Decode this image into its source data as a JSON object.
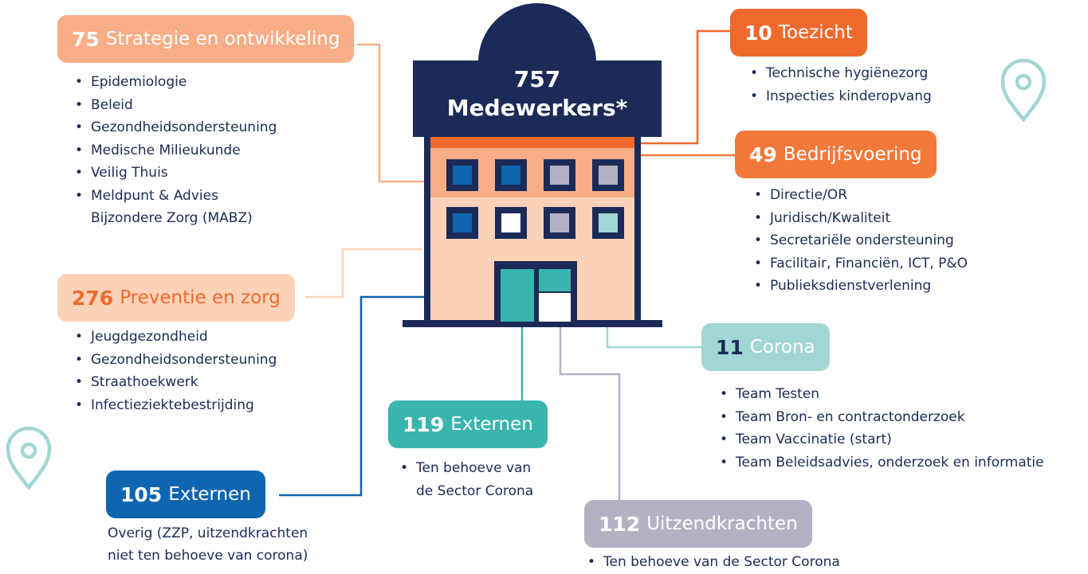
{
  "building": {
    "count": "757",
    "label": "Medewerkers*"
  },
  "colors": {
    "navy": "#1b2a57",
    "orange": "#f0692c",
    "peach": "#f7ad86",
    "light_peach": "#fbd2b8",
    "blue": "#0e65b0",
    "teal": "#3ab5ae",
    "light_teal": "#a1d6d4",
    "lavender": "#b4b1c3"
  },
  "groups": {
    "strategie": {
      "count": "75",
      "label": "Strategie en ontwikkeling",
      "items": [
        "Epidemiologie",
        "Beleid",
        "Gezondheidsondersteuning",
        "Medische Milieukunde",
        "Veilig Thuis",
        "Meldpunt & Advies",
        "Bijzondere Zorg (MABZ)"
      ]
    },
    "preventie": {
      "count": "276",
      "label": "Preventie en zorg",
      "items": [
        "Jeugdgezondheid",
        "Gezondheidsondersteuning",
        "Straathoekwerk",
        "Infectieziektebestrijding"
      ]
    },
    "externen105": {
      "count": "105",
      "label": "Externen",
      "text": [
        "Overig (ZZP, uitzendkrachten",
        "niet ten behoeve van corona)"
      ]
    },
    "externen119": {
      "count": "119",
      "label": "Externen",
      "items": [
        "Ten behoeve van",
        "de Sector Corona"
      ]
    },
    "toezicht": {
      "count": "10",
      "label": "Toezicht",
      "items": [
        "Technische hygiënezorg",
        "Inspecties kinderopvang"
      ]
    },
    "bedrijfsvoering": {
      "count": "49",
      "label": "Bedrijfsvoering",
      "items": [
        "Directie/OR",
        "Juridisch/Kwaliteit",
        "Secretariële ondersteuning",
        "Facilitair, Financiën, ICT, P&O",
        "Publieksdienstverlening"
      ]
    },
    "corona": {
      "count": "11",
      "label": "Corona",
      "items": [
        "Team Testen",
        "Team Bron- en contractonderzoek",
        "Team Vaccinatie (start)",
        "Team Beleidsadvies, onderzoek en informatie"
      ]
    },
    "uitzendkrachten": {
      "count": "112",
      "label": "Uitzendkrachten",
      "items": [
        "Ten behoeve van de Sector Corona"
      ]
    }
  },
  "icons": [
    "map-pin-icon",
    "map-pin-icon"
  ]
}
